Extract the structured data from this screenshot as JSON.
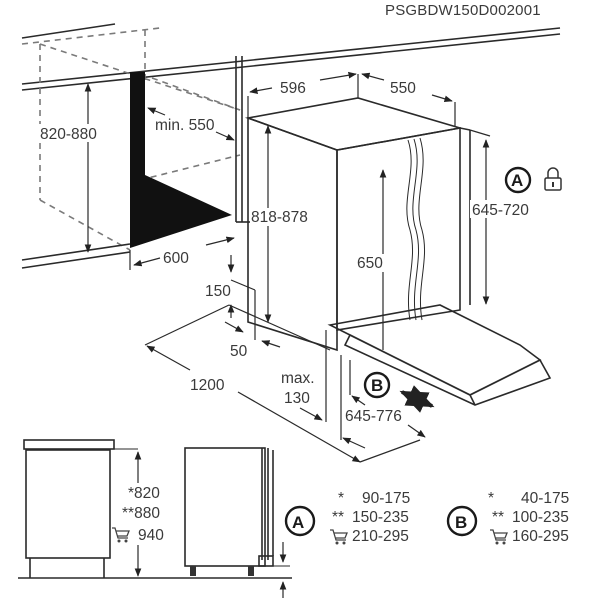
{
  "document_code": "PSGBDW150D002001",
  "niche": {
    "height_range": "820-880",
    "min_depth": "min. 550",
    "width": "600"
  },
  "appliance": {
    "width": "596",
    "depth": "550",
    "height_range": "818-878",
    "door_height": "650",
    "adjustable_A": "645-720",
    "label_A": "A",
    "lock_icon": "lock-icon"
  },
  "installation": {
    "plinth_height": "150",
    "plinth_depth": "50",
    "door_swing": "1200",
    "max_plinth_label": "max.",
    "max_plinth_value": "130",
    "label_B": "B",
    "range_B": "645-776"
  },
  "side_view": {
    "heights": [
      {
        "mark": "*",
        "value": "820"
      },
      {
        "mark": "**",
        "value": "880"
      },
      {
        "mark": "cart-icon",
        "value": "940"
      }
    ]
  },
  "legend": {
    "A": {
      "label": "A",
      "rows": [
        {
          "mark": "*",
          "value": "90-175"
        },
        {
          "mark": "**",
          "value": "150-235"
        },
        {
          "mark": "cart-icon",
          "value": "210-295"
        }
      ]
    },
    "B": {
      "label": "B",
      "rows": [
        {
          "mark": "*",
          "value": "40-175"
        },
        {
          "mark": "**",
          "value": "100-235"
        },
        {
          "mark": "cart-icon",
          "value": "160-295"
        }
      ]
    }
  }
}
